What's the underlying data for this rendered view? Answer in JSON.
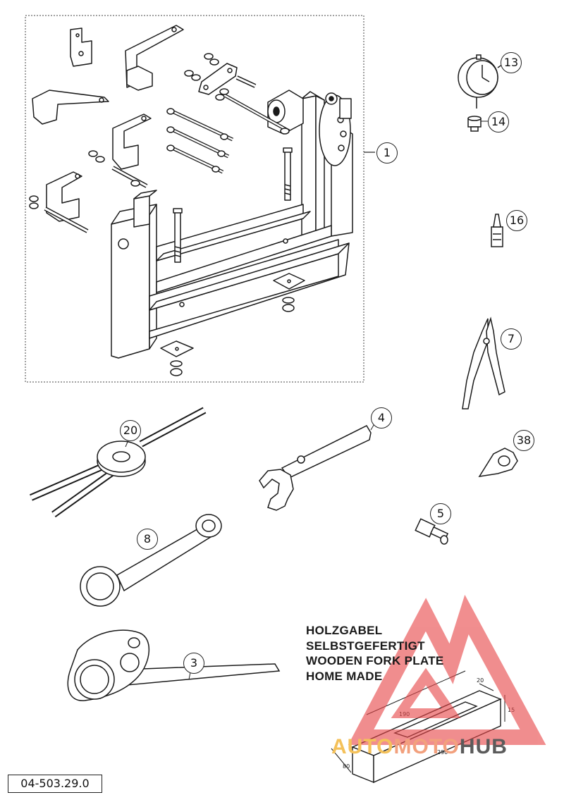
{
  "callouts": {
    "c1": "1",
    "c13": "13",
    "c14": "14",
    "c16": "16",
    "c7": "7",
    "c38": "38",
    "c20": "20",
    "c4": "4",
    "c5": "5",
    "c8": "8",
    "c3": "3"
  },
  "note": {
    "line1": "HOLZGABEL",
    "line2": "SELBSTGEFERTIGT",
    "line3": "WOODEN FORK PLATE",
    "line4": "HOME MADE"
  },
  "dimensions": {
    "d1": "190",
    "d2": "20",
    "d3": "15",
    "d4": "80",
    "d5": "290"
  },
  "part_number": "04-503.29.0",
  "watermark": {
    "part1": "AUTO",
    "part2": "MOTO",
    "part3": "HUB",
    "color_main": "#e8484a"
  }
}
